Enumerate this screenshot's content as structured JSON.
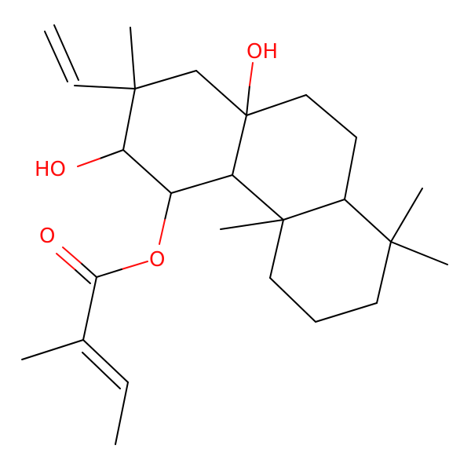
{
  "molecule": {
    "atoms": {
      "oh_top": "OH",
      "ho_left": "HO",
      "o_ester": "O",
      "o_carbonyl": "O"
    },
    "colors": {
      "carbon_bond": "#000000",
      "oxygen": "#ff0d0d",
      "background": "#ffffff"
    }
  }
}
